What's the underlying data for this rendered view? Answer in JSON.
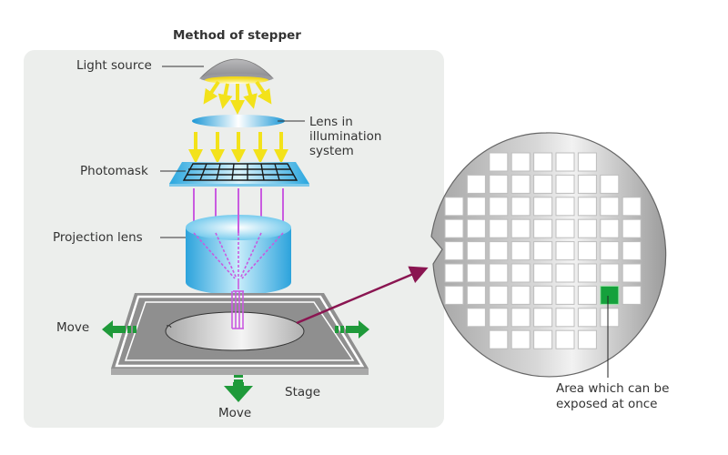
{
  "title": "Method of stepper",
  "labels": {
    "light_source": "Light source",
    "lens_illumination": [
      "Lens in",
      "illumination",
      "system"
    ],
    "photomask": "Photomask",
    "projection_lens": "Projection lens",
    "stage": "Stage",
    "move_left": "Move",
    "move_down": "Move",
    "exposure_area": [
      "Area which can be",
      "exposed at once"
    ]
  },
  "wafer_map": {
    "rows": [
      {
        "start": 2,
        "count": 5
      },
      {
        "start": 1,
        "count": 7
      },
      {
        "start": 0,
        "count": 9
      },
      {
        "start": 0,
        "count": 9
      },
      {
        "start": 0,
        "count": 9
      },
      {
        "start": 0,
        "count": 9
      },
      {
        "start": 0,
        "count": 9
      },
      {
        "start": 1,
        "count": 7
      },
      {
        "start": 2,
        "count": 5
      }
    ],
    "highlighted": {
      "row": 6,
      "col": 7
    }
  },
  "colors": {
    "panel": "#eceeec",
    "light_ray": "#f5e51c",
    "lens_blue": "#38aee0",
    "uv_ray": "#c05adf",
    "stage_gray": "#8c8c8c",
    "move_arrow": "#1f9a3a",
    "highlight_cell": "#15a13c",
    "pointer_arrow": "#8a1551"
  }
}
